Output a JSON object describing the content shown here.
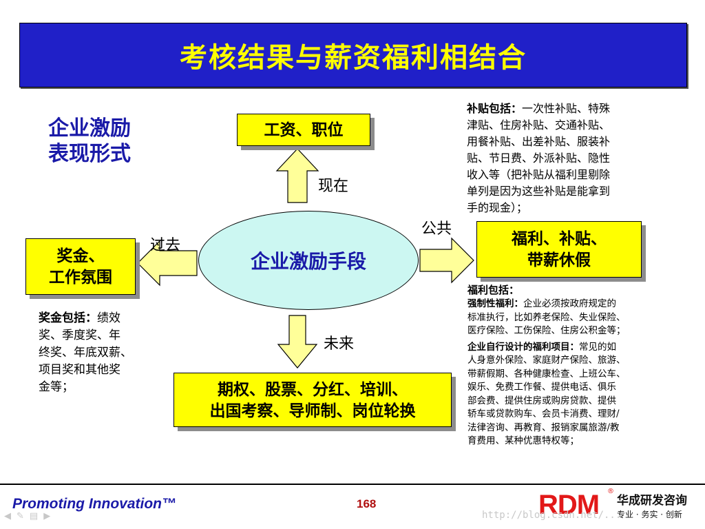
{
  "title": "考核结果与薪资福利相结合",
  "side_title_line1": "企业激励",
  "side_title_line2": "表现形式",
  "center": "企业激励手段",
  "boxes": {
    "top": "工资、职位",
    "left": "奖金、\n工作氛围",
    "right": "福利、补贴、\n带薪休假",
    "bottom": "期权、股票、分红、培训、\n出国考察、导师制、岗位轮换"
  },
  "directions": {
    "top": "现在",
    "left": "过去",
    "right": "公共",
    "bottom": "未来"
  },
  "bonus_note": {
    "head": "奖金包括：",
    "lines": [
      "绩效",
      "奖、季度奖、年",
      "终奖、年底双薪、",
      "项目奖和其他奖",
      "金等；"
    ]
  },
  "subsidy_note": {
    "head": "补贴包括：",
    "lines": [
      "一次性补贴、特殊",
      "津贴、住房补贴、交通补贴、",
      "用餐补贴、出差补贴、服装补",
      "贴、节日费、外派补贴、隐性",
      "收入等（把补贴从福利里剔除",
      "单列是因为这些补贴是能拿到",
      "手的现金）；"
    ]
  },
  "welfare_note": {
    "head": "福利包括：",
    "mandatory_head": "强制性福利：",
    "mandatory_lines": [
      "企业必须按政府规定的",
      "标准执行，比如养老保险、失业保险、",
      "医疗保险、工伤保险、住房公积金等；"
    ],
    "custom_head": "企业自行设计的福利项目：",
    "custom_lines": [
      "常见的如",
      "人身意外保险、家庭财产保险、旅游、",
      "带薪假期、各种健康检查、上班公车、",
      "娱乐、免费工作餐、提供电话、俱乐",
      "部会费、提供住房或购房贷款、提供",
      "轿车或贷款购车、会员卡消费、理财/",
      "法律咨询、再教育、报销家属旅游/教",
      "育费用、某种优惠特权等；"
    ]
  },
  "footer": {
    "left": "Promoting Innovation™",
    "page": "168",
    "logo_mark": "RDM",
    "logo_reg": "®",
    "logo_cn": "华成研发咨询",
    "logo_tag": "专业 · 务实 · 创新",
    "watermark": "http://blog.csdn.net/..."
  },
  "colors": {
    "title_bg": "#2020c8",
    "title_text": "#ffff00",
    "box_fill": "#ffff00",
    "arrow_fill": "#ffff99",
    "ellipse_fill": "#ccf7f2",
    "accent_blue": "#1a1aa8",
    "logo_red": "#e21818"
  }
}
